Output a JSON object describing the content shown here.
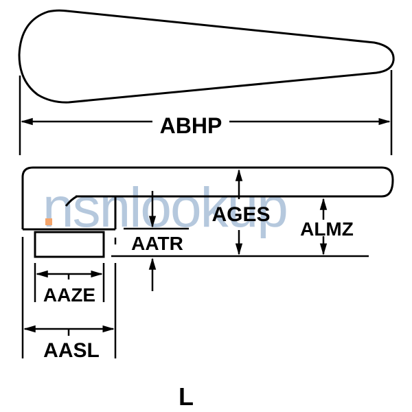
{
  "diagram": {
    "type": "technical-drawing",
    "subject": "lever handle",
    "style_code": "L",
    "dimensions": {
      "overall_length": "ABHP",
      "overall_height": "AGES",
      "blade_height": "ALMZ",
      "base_offset": "AATR",
      "boss_width": "AAZE",
      "hub_width": "AASL"
    }
  },
  "watermark": {
    "text": "nsnlookup",
    "color": "#a9bfd8",
    "dot_color": "#f4a46a"
  }
}
